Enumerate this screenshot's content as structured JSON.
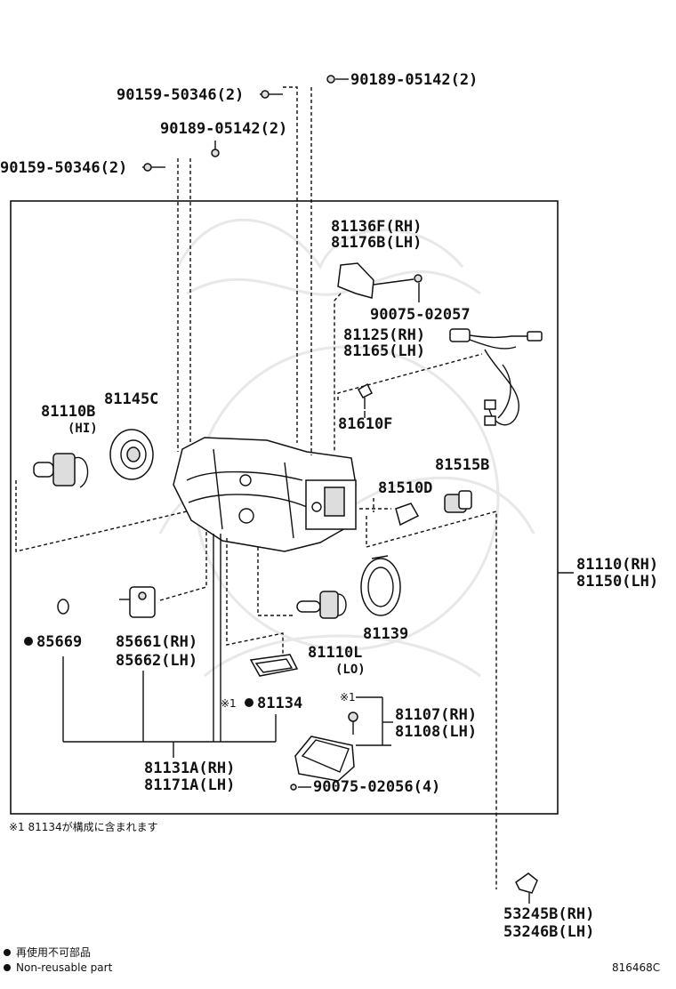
{
  "labels": {
    "bolt_left_top": "90159-50346(2)",
    "bolt_left_low": "90159-50346(2)",
    "screw_top": "90189-05142(2)",
    "screw_mid": "90189-05142(2)",
    "cover_rh": "81136F(RH)",
    "cover_lh": "81176B(LH)",
    "screw_cover": "90075-02057",
    "wire_rh": "81125(RH)",
    "wire_lh": "81165(LH)",
    "bulb_small": "81610F",
    "bulb_hi": "81110B",
    "bulb_hi_note": "(HI)",
    "cap_145": "81145C",
    "socket_515": "81515B",
    "bulb_510": "81510D",
    "assy_rh": "81110(RH)",
    "assy_lh": "81150(LH)",
    "ring_139": "81139",
    "bulb_lo": "81110L",
    "bulb_lo_note": "(LO)",
    "oring": "85669",
    "motor_rh": "85661(RH)",
    "motor_lh": "85662(LH)",
    "gasket_mark": "※1",
    "gasket": "81134",
    "ballast_mark": "※1",
    "ballast_rh": "81107(RH)",
    "ballast_lh": "81108(LH)",
    "screw_ballast": "90075-02056(4)",
    "lens_rh": "81131A(RH)",
    "lens_lh": "81171A(LH)",
    "bracket_rh": "53245B(RH)",
    "bracket_lh": "53246B(LH)"
  },
  "footnote": "※1  81134が構成に含まれます",
  "legend": {
    "jp": "再使用不可部品",
    "en": "Non-reusable part"
  },
  "diagram_code": "816468C"
}
